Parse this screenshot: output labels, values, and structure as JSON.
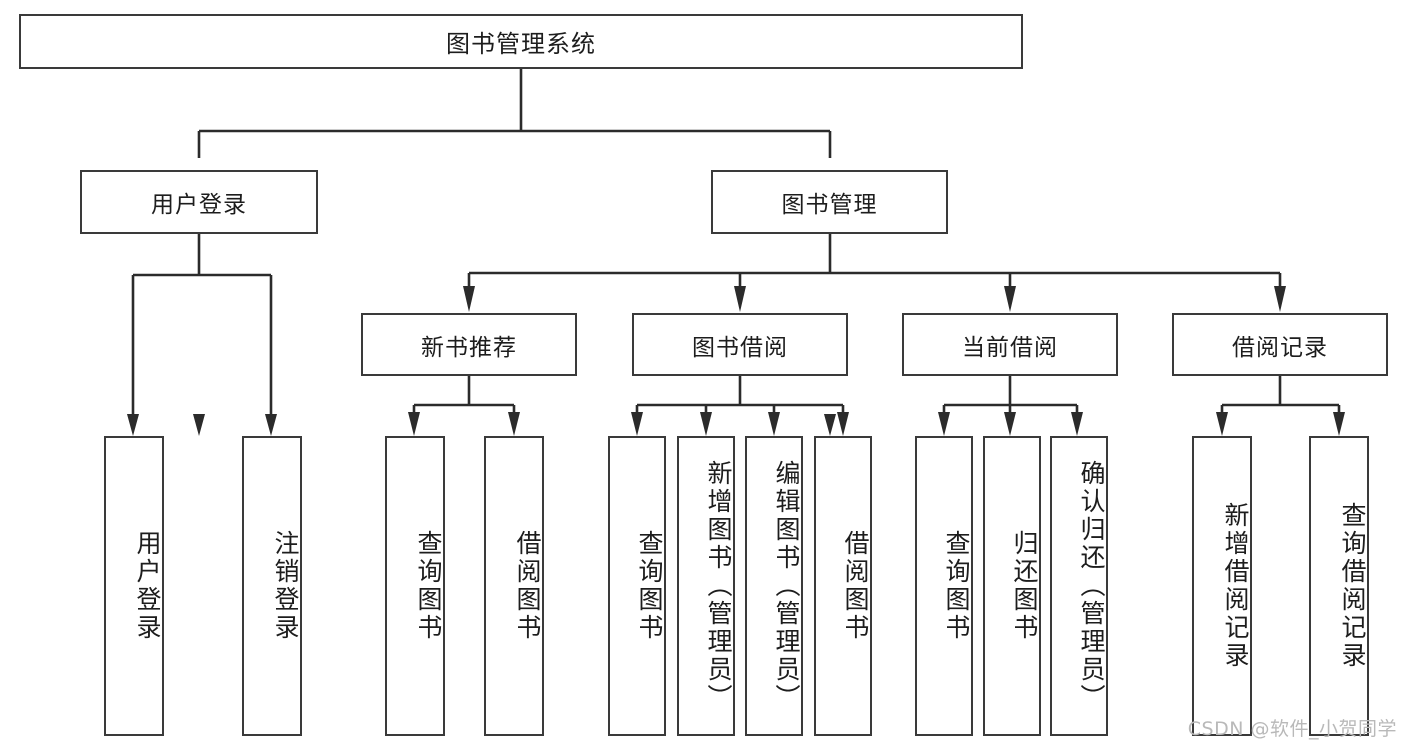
{
  "diagram": {
    "title": "图书管理系统",
    "watermark": "CSDN @软件_小贺同学",
    "levels": {
      "root": {
        "label": "图书管理系统"
      },
      "level2": [
        {
          "id": "user-login",
          "label": "用户登录"
        },
        {
          "id": "book-management",
          "label": "图书管理"
        }
      ],
      "level3": [
        {
          "id": "new-book-recommend",
          "label": "新书推荐"
        },
        {
          "id": "book-borrow",
          "label": "图书借阅"
        },
        {
          "id": "current-borrow",
          "label": "当前借阅"
        },
        {
          "id": "borrow-record",
          "label": "借阅记录"
        }
      ],
      "leaves": [
        {
          "id": "leaf-user-login",
          "label": "用户登录",
          "parent": "user-login"
        },
        {
          "id": "leaf-logout-login",
          "label": "注销登录",
          "parent": "user-login"
        },
        {
          "id": "leaf-query-book-1",
          "label": "查询图书",
          "parent": "new-book-recommend"
        },
        {
          "id": "leaf-borrow-book-1",
          "label": "借阅图书",
          "parent": "new-book-recommend"
        },
        {
          "id": "leaf-query-book-2",
          "label": "查询图书",
          "parent": "book-borrow"
        },
        {
          "id": "leaf-add-book",
          "label": "新增图书（管理员）",
          "parent": "book-borrow"
        },
        {
          "id": "leaf-edit-book",
          "label": "编辑图书（管理员）",
          "parent": "book-borrow"
        },
        {
          "id": "leaf-borrow-book-2",
          "label": "借阅图书",
          "parent": "book-borrow"
        },
        {
          "id": "leaf-query-book-3",
          "label": "查询图书",
          "parent": "current-borrow"
        },
        {
          "id": "leaf-return-book",
          "label": "归还图书",
          "parent": "current-borrow"
        },
        {
          "id": "leaf-confirm-return",
          "label": "确认归还（管理员）",
          "parent": "current-borrow"
        },
        {
          "id": "leaf-add-record",
          "label": "新增借阅记录",
          "parent": "borrow-record"
        },
        {
          "id": "leaf-query-record",
          "label": "查询借阅记录",
          "parent": "borrow-record"
        }
      ]
    },
    "colors": {
      "border": "#3a3a3a",
      "text": "#1d1d1d",
      "background": "#ffffff",
      "watermark": "#b9b9b9"
    }
  }
}
